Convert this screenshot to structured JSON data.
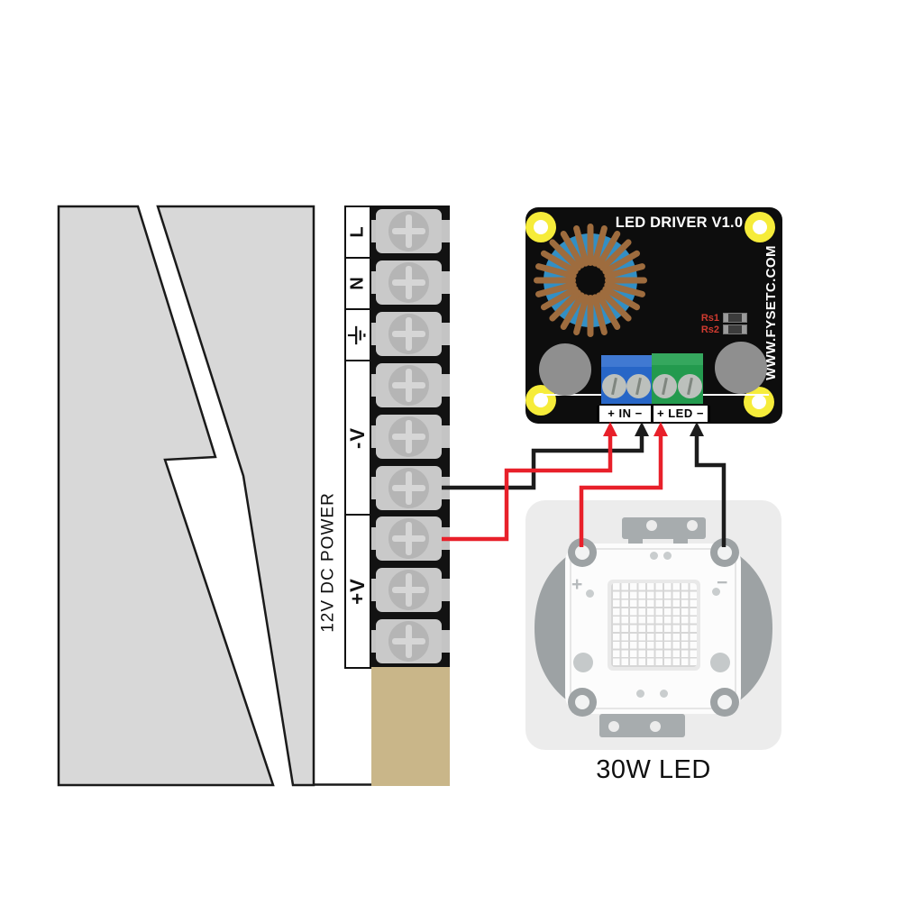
{
  "psu": {
    "label": "12V DC POWER",
    "terminal_count": 9,
    "terminal_labels": {
      "line": "L",
      "neutral": "N",
      "earth_icon": "earth-ground-icon",
      "negative": "-V",
      "positive": "+V"
    }
  },
  "driver": {
    "title": "LED DRIVER V1.0",
    "website": "WWW.FYSETC.COM",
    "rs1": "Rs1",
    "rs2": "Rs2",
    "input_label": "+ IN −",
    "output_label": "+ LED −"
  },
  "led": {
    "caption": "30W LED",
    "plus": "+",
    "minus": "−"
  },
  "colors": {
    "wire_positive": "#e8202a",
    "wire_negative": "#1c1c1c",
    "psu_gray": "#d8d8d8",
    "psu_outline": "#1a1a1a",
    "psu_tan": "#c9b689",
    "strip_black": "#121212",
    "board_black": "#0d0d0d",
    "hole_yellow": "#f6ec3a",
    "toroid_blue": "#338fc4",
    "toroid_copper": "#9e6c3e",
    "cap_gray": "#8f8f8f",
    "terminal_blue": "#2766c7",
    "terminal_blue_light": "#4079d2",
    "terminal_green": "#239a4e",
    "terminal_green_light": "#35a75e",
    "rs_red": "#cf3b30",
    "led_card": "#ececec",
    "led_gray": "#9da2a4",
    "led_tab_gray": "#a7acae"
  }
}
